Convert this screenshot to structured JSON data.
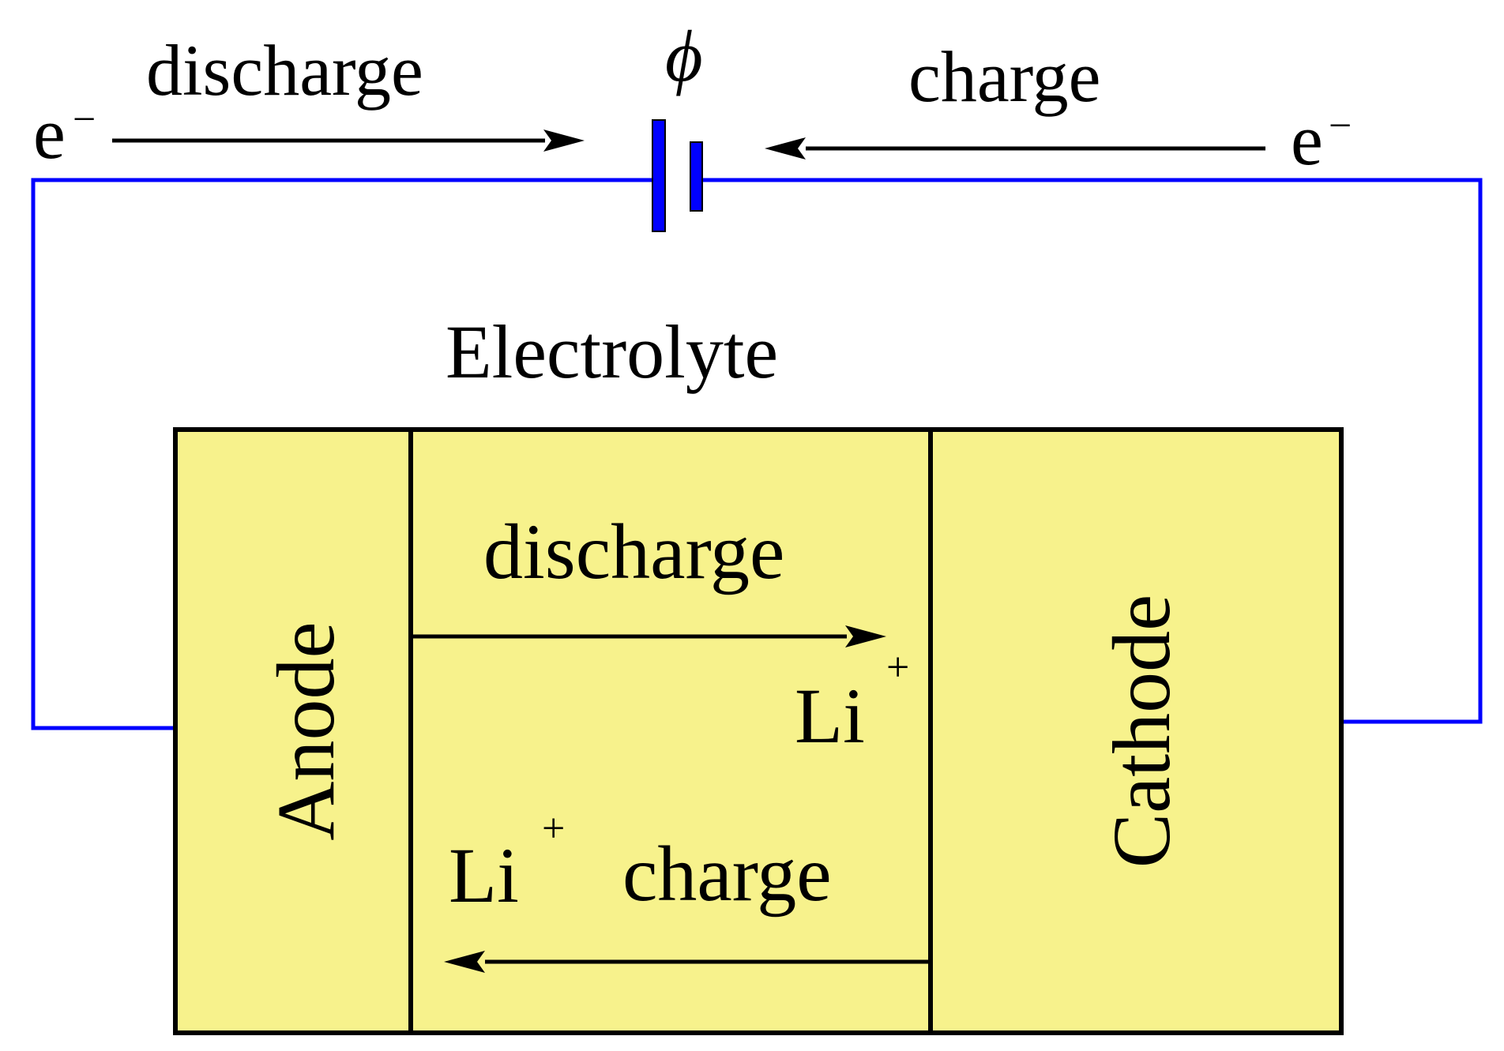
{
  "labels": {
    "discharge_top": "discharge",
    "charge_top": "charge",
    "electron_left": "e",
    "electron_right": "e",
    "electron_sup": "−",
    "phi": "ϕ",
    "electrolyte": "Electrolyte",
    "anode": "Anode",
    "cathode": "Cathode",
    "discharge_inner": "discharge",
    "charge_inner": "charge",
    "li_right": "Li",
    "li_left": "Li",
    "li_sup": "+"
  },
  "colors": {
    "wire": "#0000ff",
    "cell_fill": "#f7f28c",
    "outline": "#000000"
  }
}
